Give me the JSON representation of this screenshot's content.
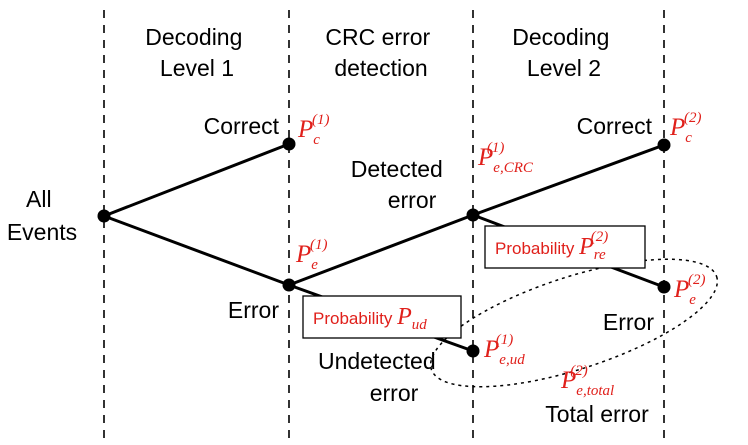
{
  "columns": {
    "decoding_level1": [
      "Decoding",
      "Level 1"
    ],
    "crc": [
      "CRC error",
      "detection"
    ],
    "decoding_level2": [
      "Decoding",
      "Level 2"
    ]
  },
  "nodes": {
    "all_events": [
      "All",
      "Events"
    ],
    "correct1": "Correct",
    "error1": "Error",
    "detected_error": [
      "Detected",
      "error"
    ],
    "undetected_error": [
      "Undetected",
      "error"
    ],
    "correct2": "Correct",
    "error2": "Error",
    "total_error": "Total error"
  },
  "probabilities": {
    "pc1": {
      "base": "P",
      "sub": "c",
      "sup": "(1)"
    },
    "pe1": {
      "base": "P",
      "sub": "e",
      "sup": "(1)"
    },
    "pecrc": {
      "base": "P",
      "sub": "e,CRC",
      "sup": "(1)"
    },
    "peud": {
      "base": "P",
      "sub": "e,ud",
      "sup": "(1)"
    },
    "pc2": {
      "base": "P",
      "sub": "c",
      "sup": "(2)"
    },
    "pe2": {
      "base": "P",
      "sub": "e",
      "sup": "(2)"
    },
    "petotal": {
      "base": "P",
      "sub": "e,total",
      "sup": "(2)"
    }
  },
  "boxes": {
    "ud": {
      "text": "Probability ",
      "base": "P",
      "sub": "ud"
    },
    "re": {
      "text": "Probability ",
      "base": "P",
      "sub": "re",
      "sup": "(2)"
    }
  },
  "colors": {
    "accent": "#e0201b",
    "line": "#000000"
  }
}
